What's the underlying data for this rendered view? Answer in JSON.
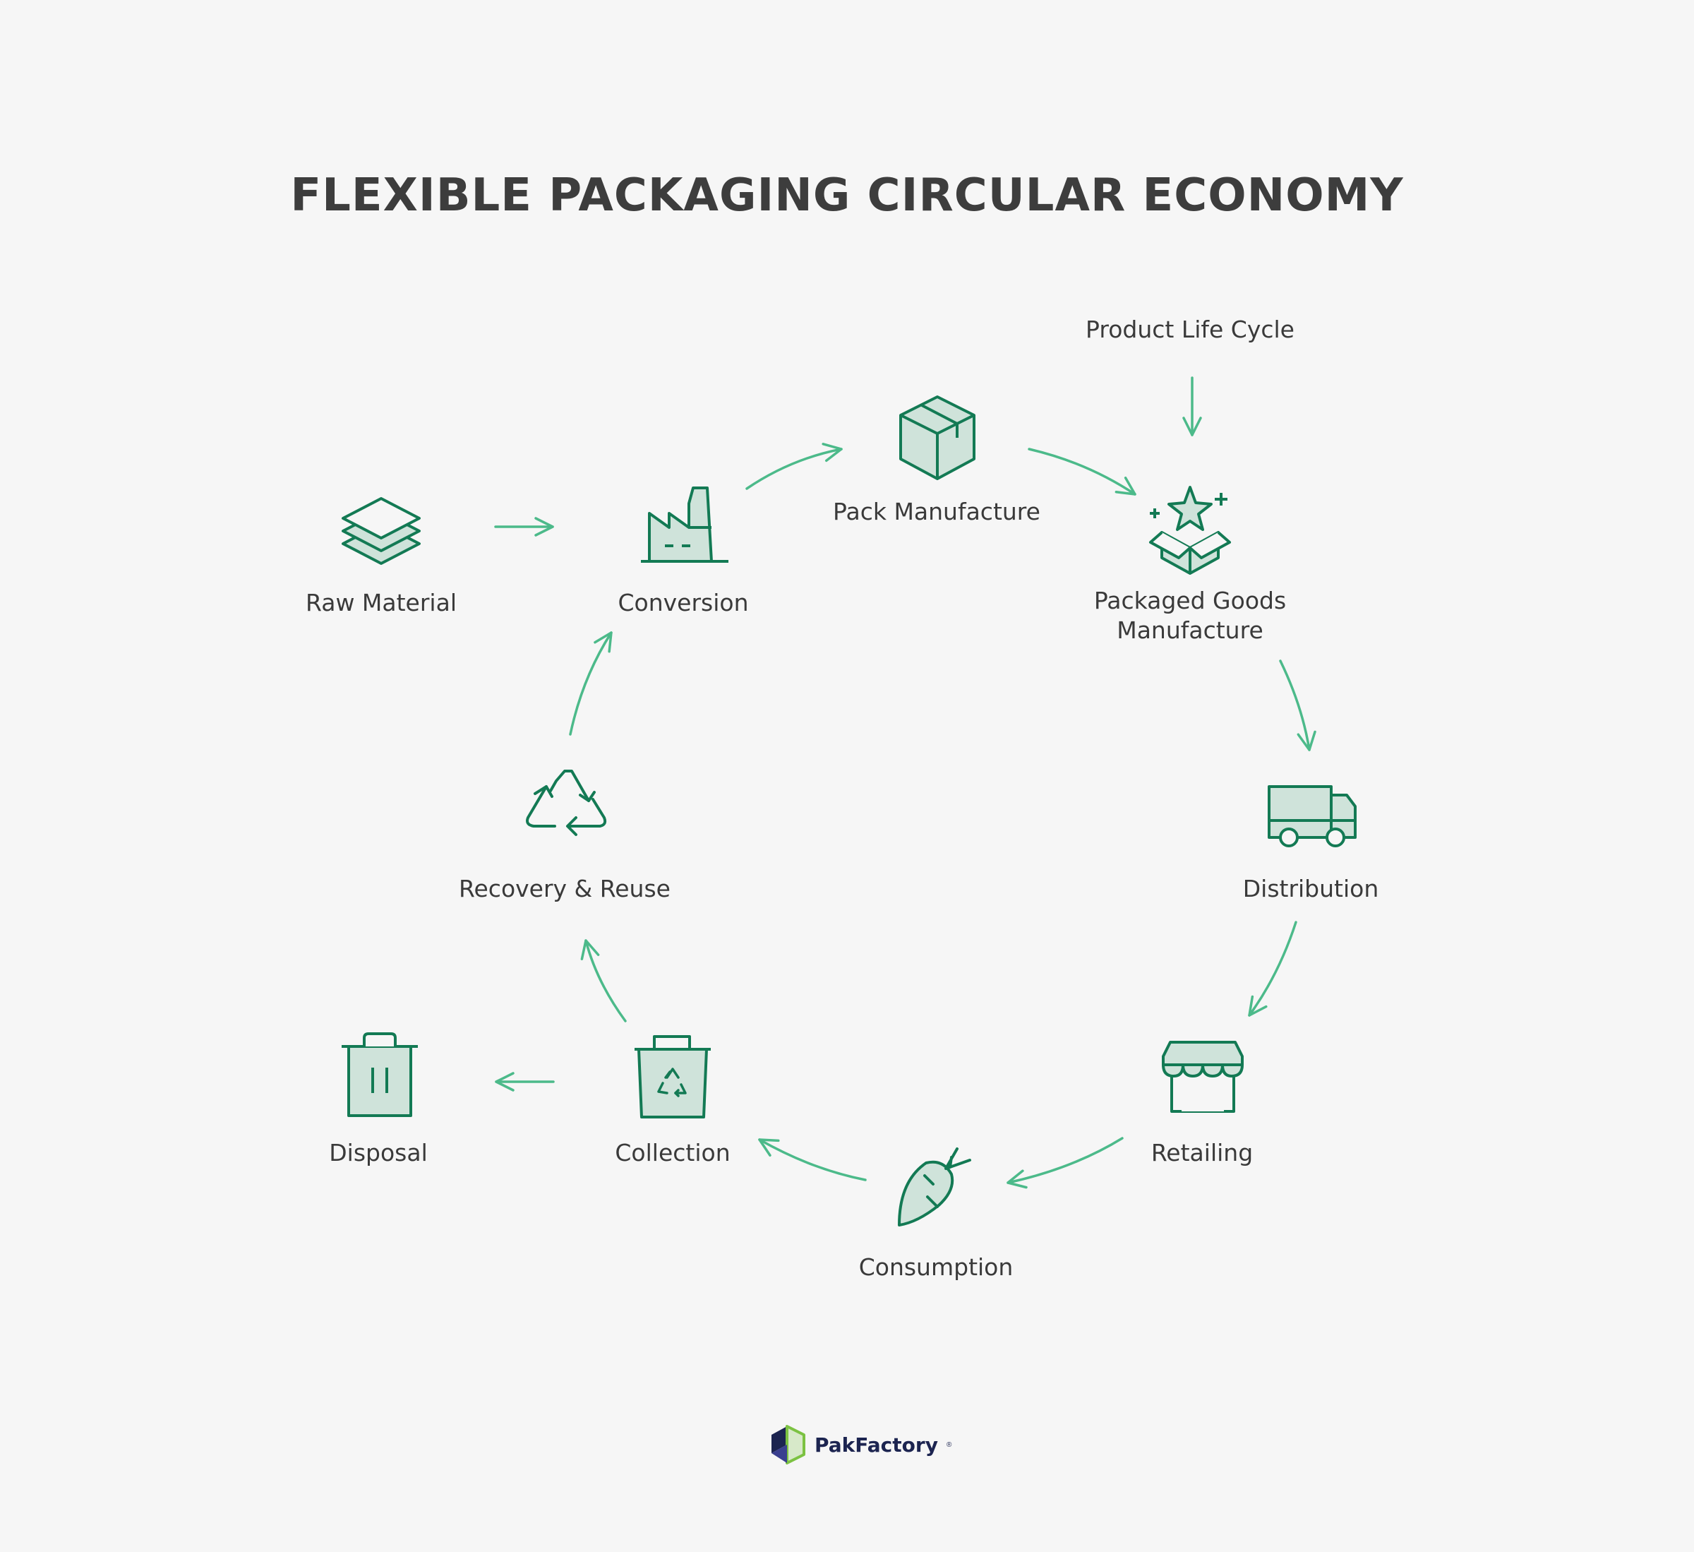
{
  "title": "FLEXIBLE PACKAGING CIRCULAR ECONOMY",
  "colors": {
    "icon_stroke": "#137a54",
    "icon_fill": "#cfe3da",
    "arrow": "#4cba8a",
    "text": "#3a3a3a",
    "background": "#f6f6f6",
    "brand_navy": "#1c2450",
    "brand_green": "#7cc242"
  },
  "external_input": {
    "label": "Product Life Cycle",
    "target": "packaged_goods_manufacture"
  },
  "nodes": [
    {
      "id": "raw_material",
      "label": "Raw Material",
      "icon": "layers-icon"
    },
    {
      "id": "conversion",
      "label": "Conversion",
      "icon": "factory-icon"
    },
    {
      "id": "pack_manufacture",
      "label": "Pack Manufacture",
      "icon": "box-icon"
    },
    {
      "id": "packaged_goods_manufacture",
      "label": "Packaged Goods Manufacture",
      "icon": "open-box-star-icon"
    },
    {
      "id": "distribution",
      "label": "Distribution",
      "icon": "truck-icon"
    },
    {
      "id": "retailing",
      "label": "Retailing",
      "icon": "storefront-icon"
    },
    {
      "id": "consumption",
      "label": "Consumption",
      "icon": "carrot-icon"
    },
    {
      "id": "collection",
      "label": "Collection",
      "icon": "recycling-bin-icon"
    },
    {
      "id": "disposal",
      "label": "Disposal",
      "icon": "trash-bin-icon"
    },
    {
      "id": "recovery_reuse",
      "label": "Recovery & Reuse",
      "icon": "recycle-icon"
    }
  ],
  "edges": [
    {
      "from": "raw_material",
      "to": "conversion"
    },
    {
      "from": "conversion",
      "to": "pack_manufacture"
    },
    {
      "from": "pack_manufacture",
      "to": "packaged_goods_manufacture"
    },
    {
      "from": "packaged_goods_manufacture",
      "to": "distribution"
    },
    {
      "from": "distribution",
      "to": "retailing"
    },
    {
      "from": "retailing",
      "to": "consumption"
    },
    {
      "from": "consumption",
      "to": "collection"
    },
    {
      "from": "collection",
      "to": "disposal"
    },
    {
      "from": "collection",
      "to": "recovery_reuse"
    },
    {
      "from": "recovery_reuse",
      "to": "conversion"
    }
  ],
  "brand": {
    "name": "PakFactory",
    "mark": "®",
    "icon": "pakfactory-cube-icon"
  }
}
